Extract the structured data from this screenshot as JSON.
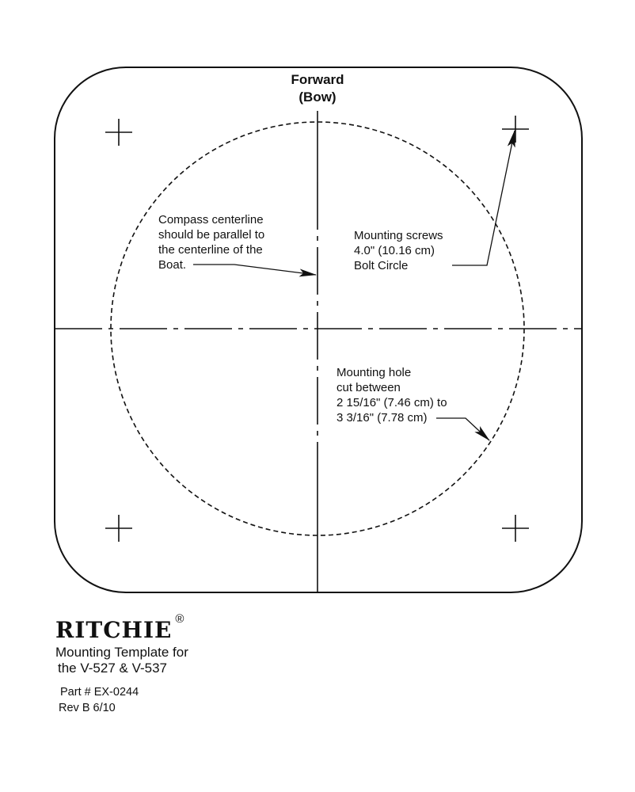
{
  "forward_label": {
    "line1": "Forward",
    "line2": "(Bow)"
  },
  "callouts": {
    "centerline_note": [
      "Compass centerline",
      "should be parallel to",
      "the centerline of the",
      "Boat."
    ],
    "bolt_circle_note": [
      "Mounting screws",
      "4.0\" (10.16 cm)",
      "Bolt Circle"
    ],
    "hole_cut_note": [
      "Mounting hole",
      "cut between",
      "2 15/16\" (7.46 cm) to",
      "3 3/16\" (7.78 cm)"
    ]
  },
  "title_block": {
    "brand": "RITCHIE",
    "registered_mark": "®",
    "subtitle_line1": "Mounting Template for",
    "subtitle_line2": "the V-527 & V-537",
    "part_number": "Part # EX-0244",
    "revision": "Rev B 6/10"
  },
  "colors": {
    "ink": "#111111",
    "paper": "#ffffff"
  }
}
